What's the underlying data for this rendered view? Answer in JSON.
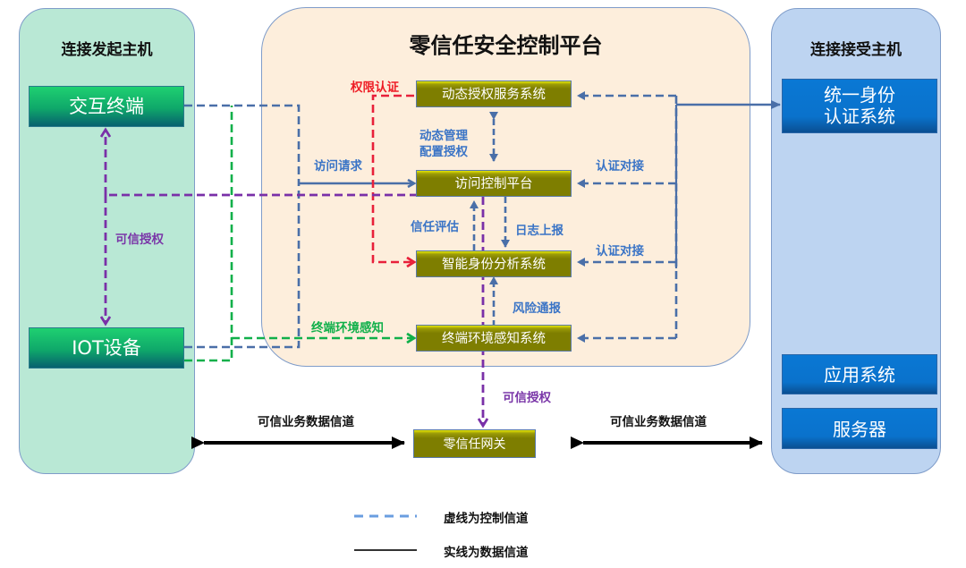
{
  "left_panel": {
    "title": "连接发起主机",
    "nodes": {
      "interactive_terminal": "交互终端",
      "iot_device": "IOT设备"
    }
  },
  "center_panel": {
    "title": "零信任安全控制平台",
    "nodes": {
      "dynamic_auth_service": "动态授权服务系统",
      "access_control_platform": "访问控制平台",
      "identity_analysis": "智能身份分析系统",
      "env_awareness": "终端环境感知系统"
    }
  },
  "right_panel": {
    "title": "连接接受主机",
    "nodes": {
      "unified_identity": "统一身份\n认证系统",
      "unified_identity_line1": "统一身份",
      "unified_identity_line2": "认证系统",
      "application_system": "应用系统",
      "server": "服务器"
    }
  },
  "gateway": {
    "label": "零信任网关"
  },
  "edge_labels": {
    "permission_auth": "权限认证",
    "dynamic_mgmt_line1": "动态管理",
    "dynamic_mgmt_line2": "配置授权",
    "access_request": "访问请求",
    "auth_docking_1": "认证对接",
    "auth_docking_2": "认证对接",
    "trust_eval": "信任评估",
    "log_report": "日志上报",
    "risk_report": "风险通报",
    "terminal_env_awareness": "终端环境感知",
    "trusted_auth_left": "可信授权",
    "trusted_auth_bottom": "可信授权",
    "data_channel_left": "可信业务数据信道",
    "data_channel_right": "可信业务数据信道"
  },
  "legend": {
    "dashed": "虚线为控制信道",
    "solid": "实线为数据信道"
  },
  "colors": {
    "control_blue": "#4a6fa8",
    "auth_red": "#e8203a",
    "trust_purple": "#7a30a8",
    "env_green": "#10b04a",
    "data_black": "#000000",
    "legend_dash": "#6a9ee0"
  }
}
